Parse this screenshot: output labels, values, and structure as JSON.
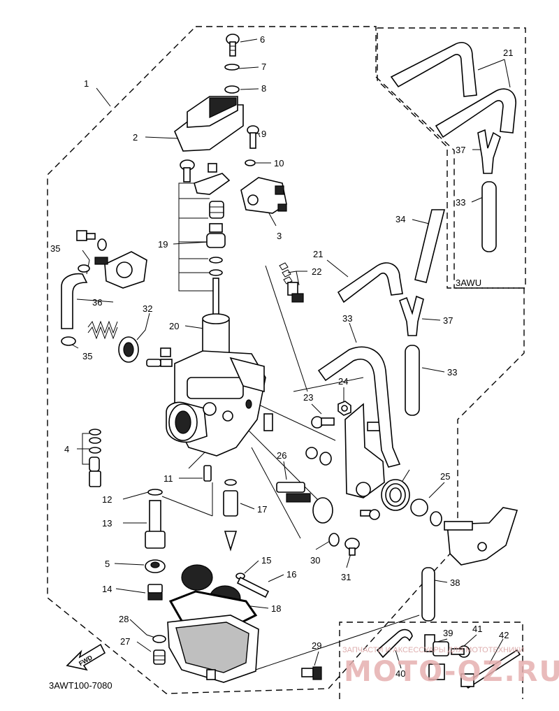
{
  "diagram": {
    "parts": [
      {
        "id": "p1",
        "num": "1"
      },
      {
        "id": "p2",
        "num": "2"
      },
      {
        "id": "p3",
        "num": "3"
      },
      {
        "id": "p4",
        "num": "4"
      },
      {
        "id": "p5",
        "num": "5"
      },
      {
        "id": "p6",
        "num": "6"
      },
      {
        "id": "p7",
        "num": "7"
      },
      {
        "id": "p8",
        "num": "8"
      },
      {
        "id": "p9",
        "num": "9"
      },
      {
        "id": "p10",
        "num": "10"
      },
      {
        "id": "p11",
        "num": "11"
      },
      {
        "id": "p12",
        "num": "12"
      },
      {
        "id": "p13",
        "num": "13"
      },
      {
        "id": "p14",
        "num": "14"
      },
      {
        "id": "p15",
        "num": "15"
      },
      {
        "id": "p16",
        "num": "16"
      },
      {
        "id": "p17",
        "num": "17"
      },
      {
        "id": "p18",
        "num": "18"
      },
      {
        "id": "p19",
        "num": "19"
      },
      {
        "id": "p20",
        "num": "20"
      },
      {
        "id": "p21a",
        "num": "21"
      },
      {
        "id": "p21b",
        "num": "21"
      },
      {
        "id": "p22",
        "num": "22"
      },
      {
        "id": "p23",
        "num": "23"
      },
      {
        "id": "p24",
        "num": "24"
      },
      {
        "id": "p25",
        "num": "25"
      },
      {
        "id": "p26",
        "num": "26"
      },
      {
        "id": "p27",
        "num": "27"
      },
      {
        "id": "p28",
        "num": "28"
      },
      {
        "id": "p29",
        "num": "29"
      },
      {
        "id": "p30",
        "num": "30"
      },
      {
        "id": "p31",
        "num": "31"
      },
      {
        "id": "p32",
        "num": "32"
      },
      {
        "id": "p33a",
        "num": "33"
      },
      {
        "id": "p33b",
        "num": "33"
      },
      {
        "id": "p33c",
        "num": "33"
      },
      {
        "id": "p34",
        "num": "34"
      },
      {
        "id": "p35a",
        "num": "35"
      },
      {
        "id": "p35b",
        "num": "35"
      },
      {
        "id": "p36",
        "num": "36"
      },
      {
        "id": "p37a",
        "num": "37"
      },
      {
        "id": "p37b",
        "num": "37"
      },
      {
        "id": "p38",
        "num": "38"
      },
      {
        "id": "p39",
        "num": "39"
      },
      {
        "id": "p40",
        "num": "40"
      },
      {
        "id": "p41",
        "num": "41"
      },
      {
        "id": "p42",
        "num": "42"
      }
    ],
    "inset_label": "3AWU",
    "fwd_label": "FWD",
    "drawing_code": "3AWT100-7080"
  },
  "watermark": {
    "caption": "ЗАПЧАСТИ И АКСЕССУАРЫ ДЛЯ МОТОТЕХНИКИ",
    "brand": "MOTO-OZ.RU"
  }
}
